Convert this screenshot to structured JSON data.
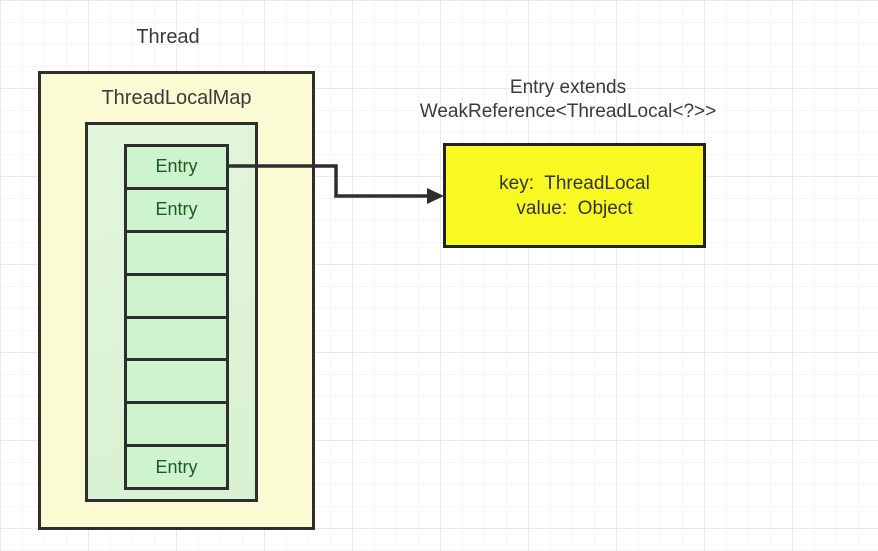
{
  "diagram": {
    "thread_label": "Thread",
    "map": {
      "title": "ThreadLocalMap",
      "entries": [
        {
          "label": "Entry"
        },
        {
          "label": "Entry"
        },
        {
          "label": ""
        },
        {
          "label": ""
        },
        {
          "label": ""
        },
        {
          "label": ""
        },
        {
          "label": ""
        },
        {
          "label": "Entry"
        }
      ]
    },
    "entry_note": {
      "line1": "Entry extends",
      "line2": "WeakReference<ThreadLocal<?>>"
    },
    "entry_detail": {
      "key_line": "key:  ThreadLocal",
      "value_line": "value:  Object"
    },
    "colors": {
      "map_fill": "#fbfbd3",
      "inner_fill": "#ddf2d7",
      "entry_cell_fill": "#cdf4cc",
      "detail_fill": "#f8f822",
      "border": "#2e2e2e",
      "entry_text": "#1d5b25",
      "label_text": "#3a3a3a"
    }
  }
}
